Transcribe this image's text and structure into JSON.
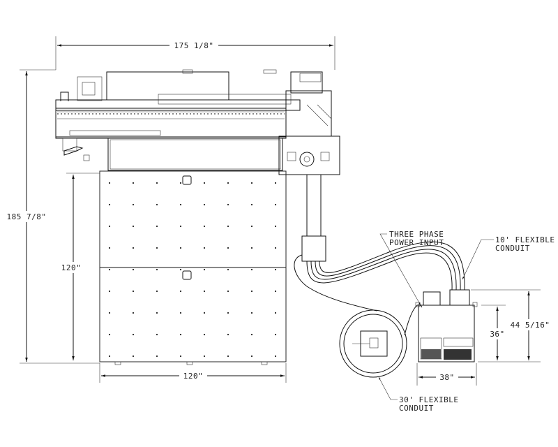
{
  "dimensions": {
    "overall_width": "175 1/8\"",
    "overall_depth": "185 7/8\"",
    "table_depth": "120\"",
    "table_width": "120\"",
    "cabinet_height_body": "36\"",
    "cabinet_height_total": "44 5/16\"",
    "cabinet_width": "38\""
  },
  "callouts": {
    "power_input": [
      "THREE PHASE",
      "POWER INPUT"
    ],
    "conduit_10": [
      "10' FLEXIBLE",
      "CONDUIT"
    ],
    "conduit_30": [
      "30' FLEXIBLE",
      "CONDUIT"
    ]
  }
}
